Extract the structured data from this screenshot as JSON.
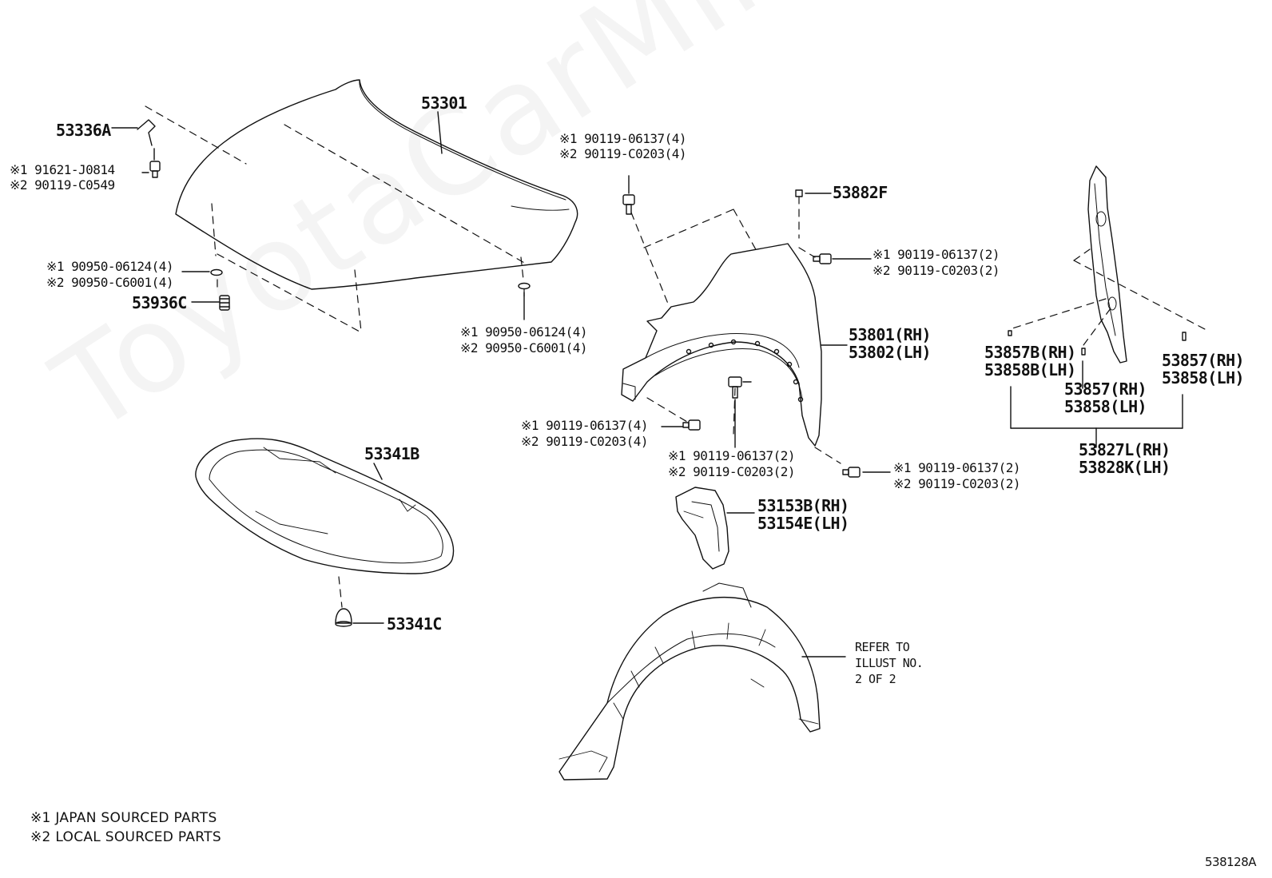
{
  "watermark": "ToyotaCarMine.ru",
  "parts": {
    "hood": "53301",
    "hood_hinge_clip": "53336A",
    "hood_bolt": [
      "※1 91621-J0814",
      "※2 90119-C0549"
    ],
    "hood_cushion_left": [
      "※1 90950-06124(4)",
      "※2 90950-C6001(4)"
    ],
    "hood_bumper_stop": "53936C",
    "hood_cushion_right": [
      "※1 90950-06124(4)",
      "※2 90950-C6001(4)"
    ],
    "fender_top_bolt": [
      "※1 90119-06137(4)",
      "※2 90119-C0203(4)"
    ],
    "fender_clip": "53882F",
    "fender_side_bolt": [
      "※1 90119-06137(2)",
      "※2 90119-C0203(2)"
    ],
    "fender_panel": [
      "53801(RH)",
      "53802(LH)"
    ],
    "fender_lower_bolt_left": [
      "※1 90119-06137(4)",
      "※2 90119-C0203(4)"
    ],
    "fender_lower_bolt_mid": [
      "※1 90119-06137(2)",
      "※2 90119-C0203(2)"
    ],
    "fender_lower_bolt_right": [
      "※1 90119-06137(2)",
      "※2 90119-C0203(2)"
    ],
    "hood_insulator": "53341B",
    "insulator_clip": "53341C",
    "fender_seal": [
      "53153B(RH)",
      "53154E(LH)"
    ],
    "liner_note": [
      "REFER TO",
      "ILLUST NO.",
      "2 OF 2"
    ],
    "seal_clip_b": [
      "53857B(RH)",
      "53858B(LH)"
    ],
    "seal_clip_mid": [
      "53857(RH)",
      "53858(LH)"
    ],
    "seal_clip_right": [
      "53857(RH)",
      "53858(LH)"
    ],
    "fender_seal_assy": [
      "53827L(RH)",
      "53828K(LH)"
    ]
  },
  "legend": [
    "※1 JAPAN SOURCED PARTS",
    "※2 LOCAL SOURCED PARTS"
  ],
  "diagram_code": "538128A"
}
